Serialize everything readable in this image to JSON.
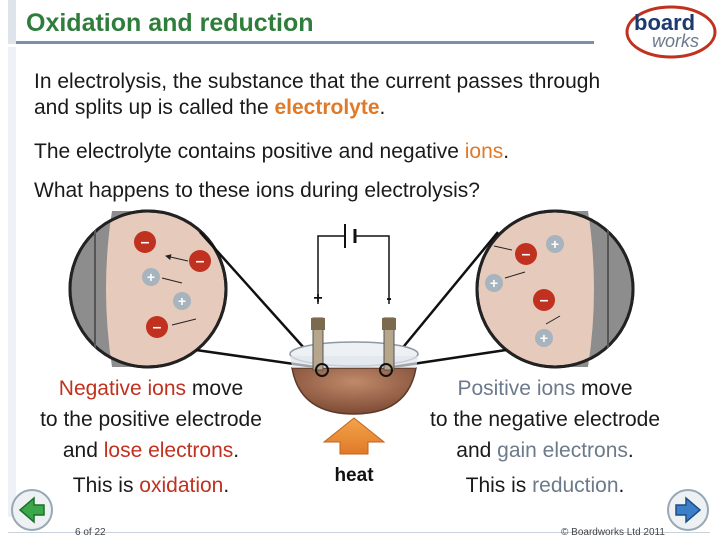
{
  "header": {
    "title": "Oxidation and reduction",
    "logo_top": "board",
    "logo_bottom": "works"
  },
  "intro": {
    "line1_before": "In electrolysis, the substance that the current passes through",
    "line2_before": "and splits up is called the ",
    "line2_highlight": "electrolyte",
    "line2_after": ".",
    "p2_before": "The electrolyte contains positive and negative ",
    "p2_highlight": "ions",
    "p2_after": ".",
    "p3": "What happens to these ions during electrolysis?"
  },
  "diagram": {
    "plus_sign": "+",
    "minus_sign": "-",
    "heat_label": "heat",
    "ion_positive": "+",
    "ion_negative": "–"
  },
  "left_caption": {
    "l1_highlight": "Negative ions",
    "l1_rest": " move",
    "l2": "to the positive electrode",
    "l3_before": "and ",
    "l3_highlight": "lose electrons",
    "l3_after": ".",
    "l4_before": "This is ",
    "l4_highlight": "oxidation",
    "l4_after": "."
  },
  "right_caption": {
    "l1_highlight": "Positive ions",
    "l1_rest": " move",
    "l2": "to the negative electrode",
    "l3_before": "and ",
    "l3_highlight": "gain electrons",
    "l3_after": ".",
    "l4_before": "This is ",
    "l4_highlight": "reduction",
    "l4_after": "."
  },
  "footer": {
    "page": "6 of 22",
    "copyright": "© Boardworks Ltd 2011"
  },
  "colors": {
    "title_green": "#2f7d3a",
    "highlight_orange": "#e07a28",
    "negative_red": "#c0311f",
    "positive_grey": "#6c7a8a",
    "nav_green": "#3aa848",
    "nav_blue": "#3a7fc8"
  }
}
